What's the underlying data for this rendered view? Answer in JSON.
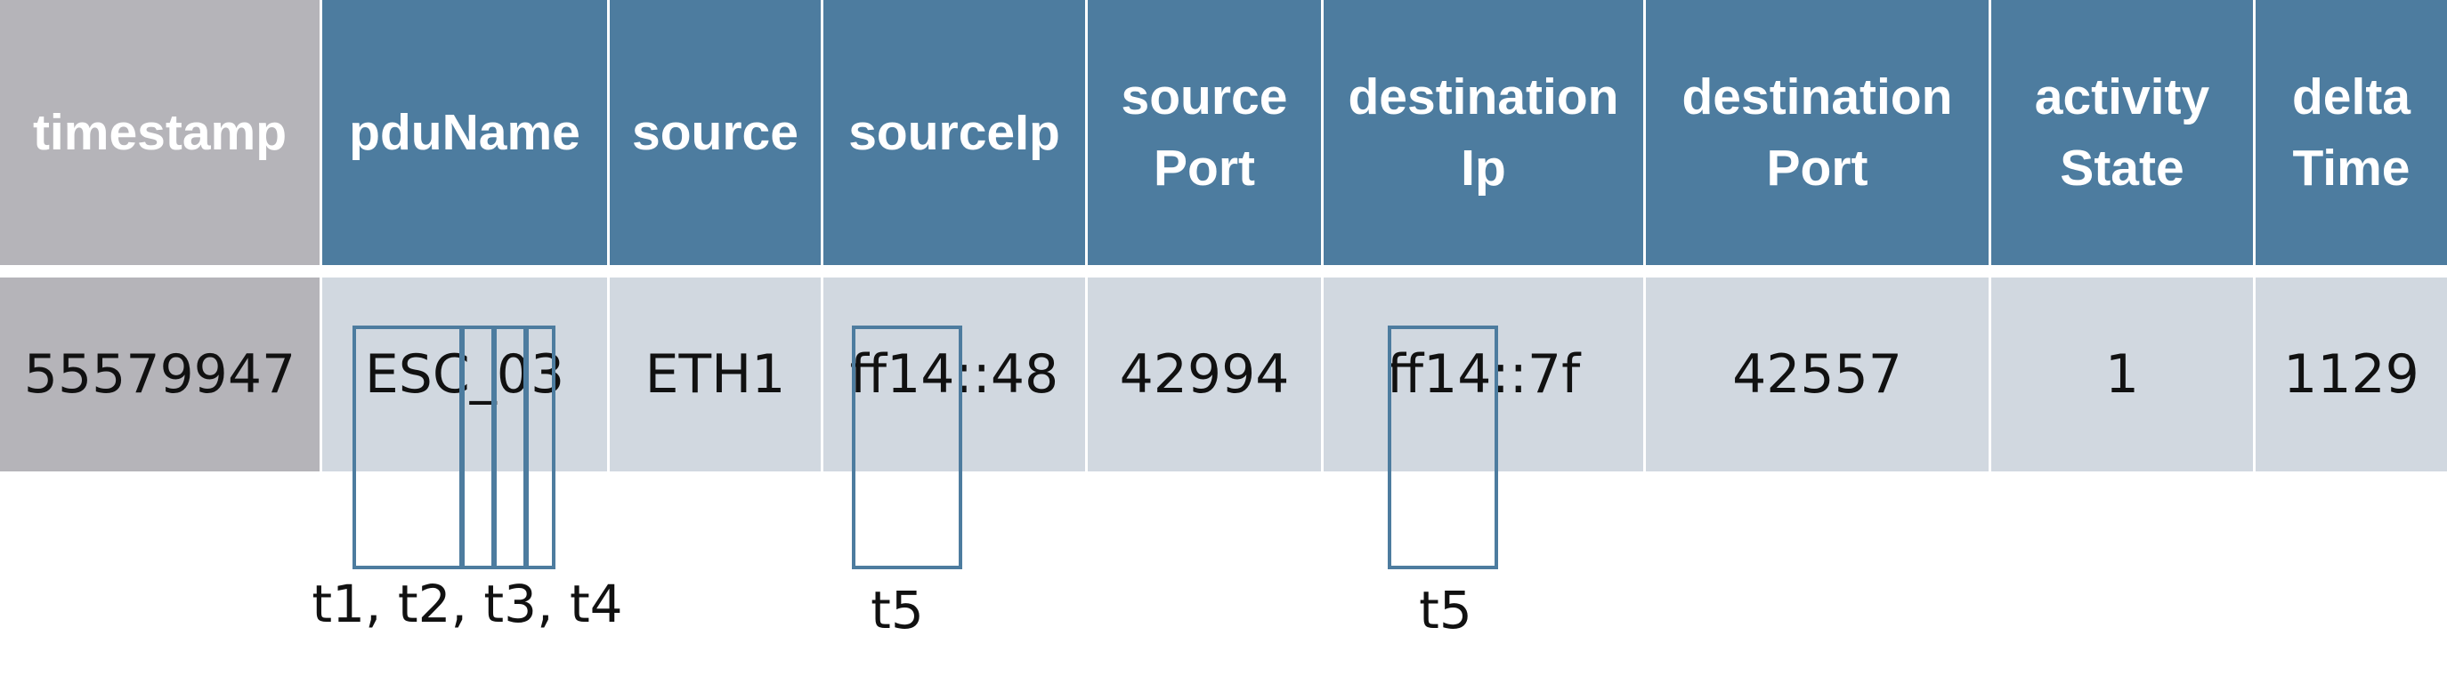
{
  "table": {
    "headers": [
      "timestamp",
      "pduName",
      "source",
      "sourceIp",
      "source\nPort",
      "destination\nIp",
      "destination\nPort",
      "activity\nState",
      "delta\nTime"
    ],
    "row": [
      "55579947",
      "ESC_03",
      "ETH1",
      "ff14::48",
      "42994",
      "ff14::7f",
      "42557",
      "1",
      "1129"
    ]
  },
  "annotations": {
    "pdu_tokens": "t1, t2, t3, t4",
    "source_ip_token": "t5",
    "destination_ip_token": "t5"
  },
  "colors": {
    "header_fill": "#4d7c9f",
    "first_column_fill": "#b5b4b9",
    "row_fill": "#d1d8e0",
    "box_stroke": "#4d7c9f"
  }
}
